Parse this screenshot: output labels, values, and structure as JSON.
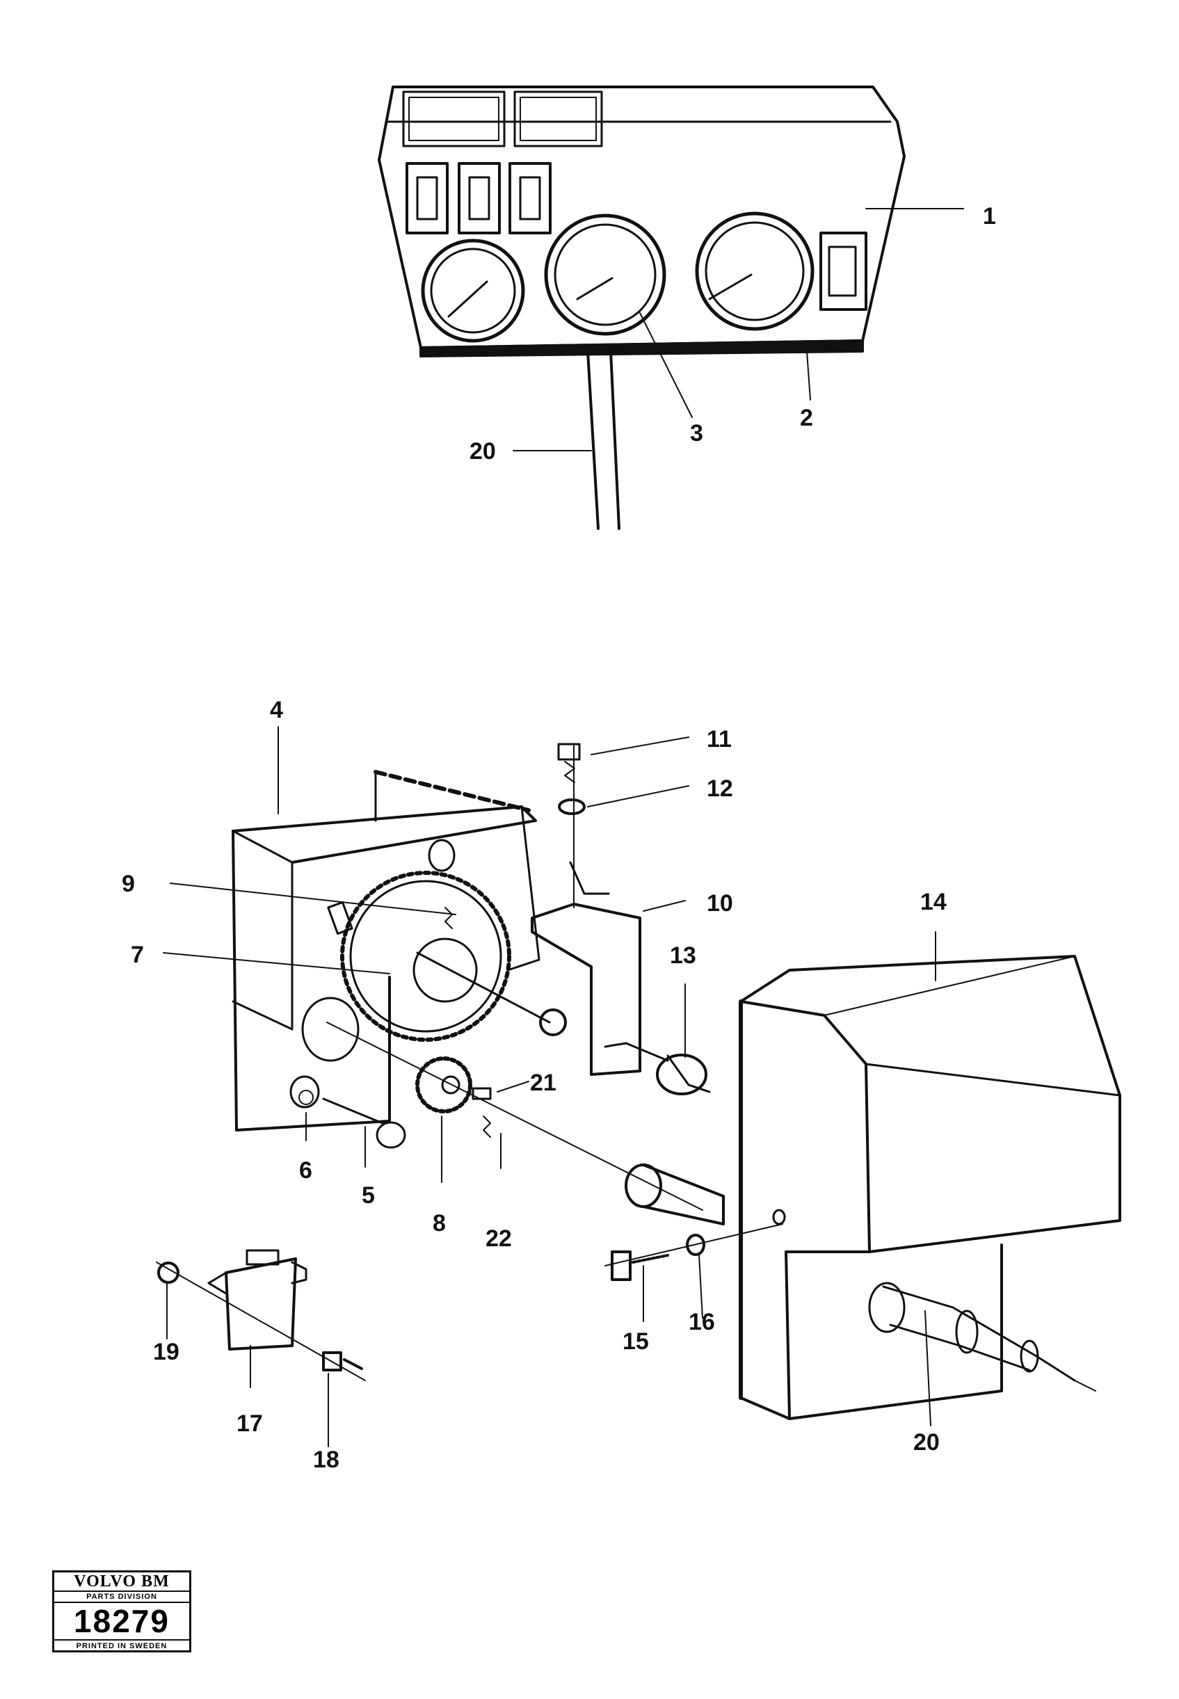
{
  "callouts": {
    "c1": "1",
    "c2": "2",
    "c3": "3",
    "c20_top": "20",
    "c4": "4",
    "c5": "5",
    "c6": "6",
    "c7": "7",
    "c8": "8",
    "c9": "9",
    "c10": "10",
    "c11": "11",
    "c12": "12",
    "c13": "13",
    "c14": "14",
    "c15": "15",
    "c16": "16",
    "c17": "17",
    "c18": "18",
    "c19": "19",
    "c20_bottom": "20",
    "c21": "21",
    "c22": "22"
  },
  "stamp": {
    "brand": "VOLVO BM",
    "division": "PARTS DIVISION",
    "number": "18279",
    "footer": "PRINTED IN SWEDEN"
  }
}
